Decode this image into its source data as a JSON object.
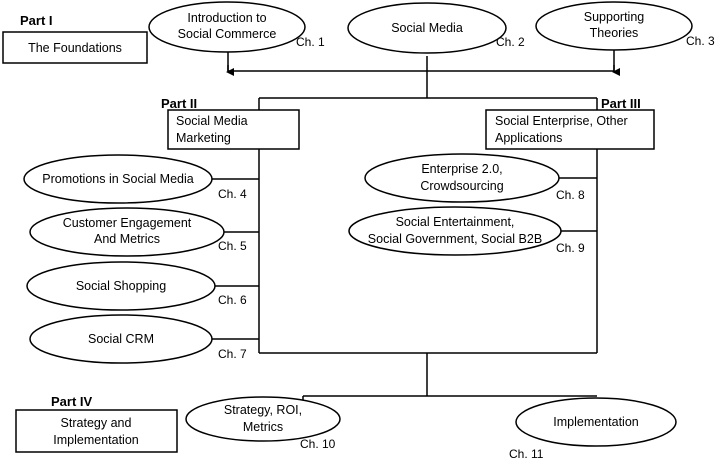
{
  "parts": {
    "p1": {
      "label": "Part I",
      "box": [
        "The Foundations"
      ]
    },
    "p2": {
      "label": "Part II",
      "box": [
        "Social Media",
        "Marketing"
      ]
    },
    "p3": {
      "label": "Part III",
      "box": [
        "Social Enterprise, Other",
        "Applications"
      ]
    },
    "p4": {
      "label": "Part IV",
      "box": [
        "Strategy and",
        "Implementation"
      ]
    }
  },
  "chapters": {
    "ch1": {
      "title": [
        "Introduction to",
        "Social Commerce"
      ],
      "chapter": "Ch. 1"
    },
    "ch2": {
      "title": [
        "Social Media"
      ],
      "chapter": "Ch. 2"
    },
    "ch3": {
      "title": [
        "Supporting",
        "Theories"
      ],
      "chapter": "Ch. 3"
    },
    "ch4": {
      "title": [
        "Promotions in Social Media"
      ],
      "chapter": "Ch. 4"
    },
    "ch5": {
      "title": [
        "Customer Engagement",
        "And Metrics"
      ],
      "chapter": "Ch. 5"
    },
    "ch6": {
      "title": [
        "Social Shopping"
      ],
      "chapter": "Ch. 6"
    },
    "ch7": {
      "title": [
        "Social CRM"
      ],
      "chapter": "Ch. 7"
    },
    "ch8": {
      "title": [
        "Enterprise 2.0,",
        "Crowdsourcing"
      ],
      "chapter": "Ch. 8"
    },
    "ch9": {
      "title": [
        "Social Entertainment,",
        "Social Government, Social B2B"
      ],
      "chapter": "Ch. 9"
    },
    "ch10": {
      "title": [
        "Strategy, ROI,",
        "Metrics"
      ],
      "chapter": "Ch. 10"
    },
    "ch11": {
      "title": [
        "Implementation"
      ],
      "chapter": "Ch. 11"
    }
  }
}
